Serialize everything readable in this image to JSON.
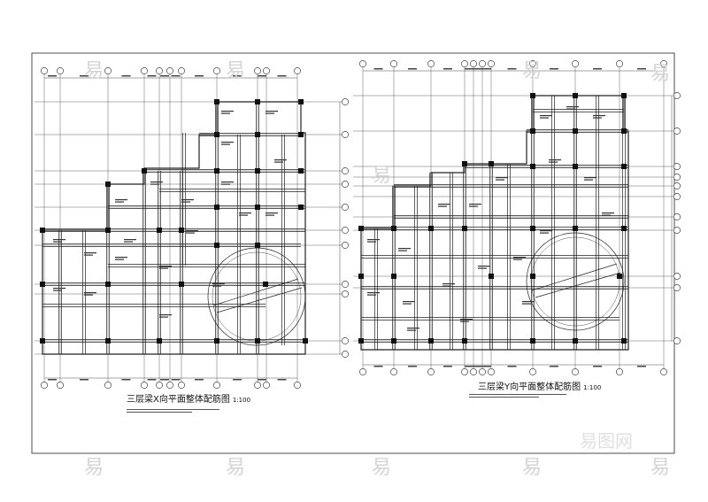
{
  "drawing_left": {
    "title": "三层梁X向平面整体配筋图",
    "scale": "1:100"
  },
  "drawing_right": {
    "title": "三层梁Y向平面整体配筋图",
    "scale": "1:100"
  },
  "watermark": {
    "glyph": "易",
    "logo_text": "易图网"
  },
  "colors": {
    "line": "#222222",
    "column": "#111111",
    "watermark": "#d4d4d4"
  }
}
